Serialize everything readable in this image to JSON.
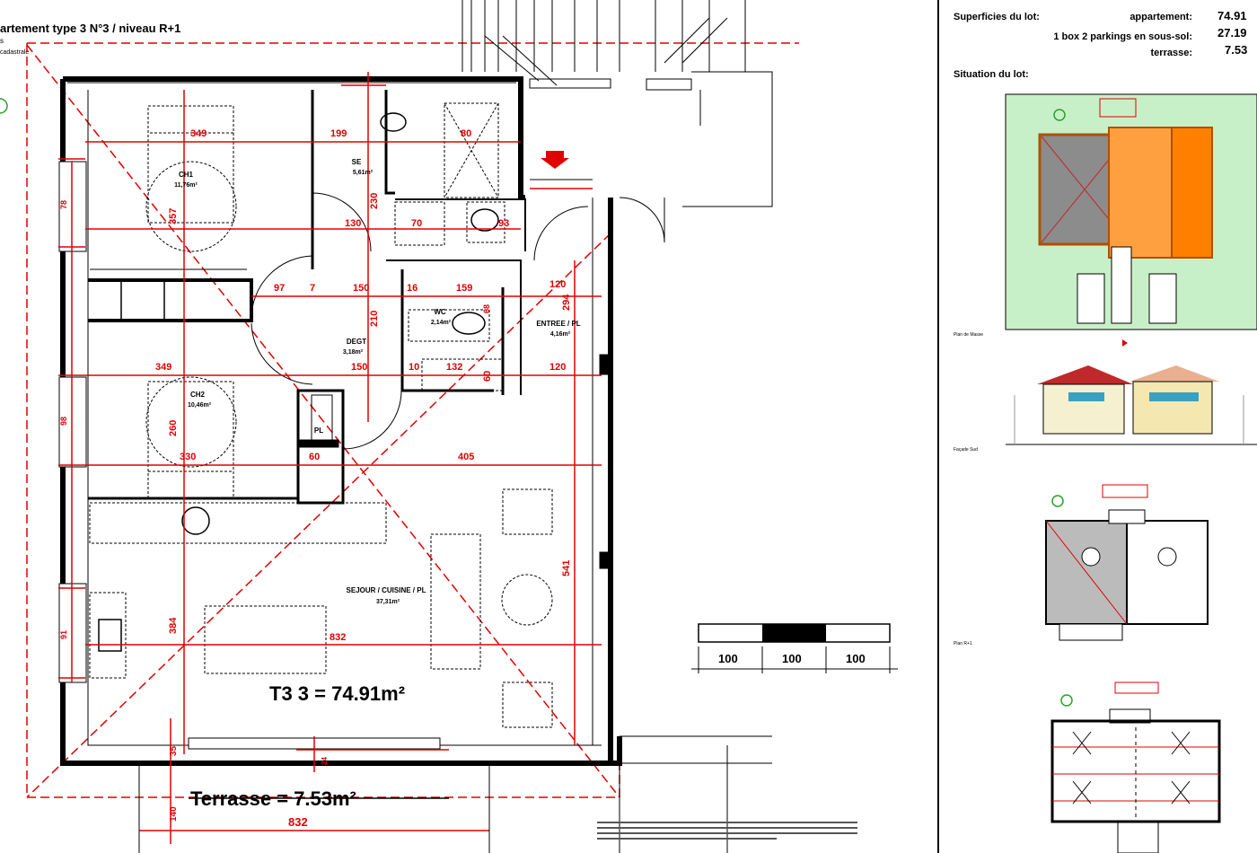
{
  "header": {
    "title": "artement type 3 N°3 / niveau R+1",
    "side_label": "s",
    "side_label2": "cadastrale"
  },
  "rooms": {
    "ch1": {
      "name": "CH1",
      "area": "11,76m²"
    },
    "se": {
      "name": "SE",
      "area": "5,61m²"
    },
    "wc": {
      "name": "WC",
      "area": "2,14m²"
    },
    "degt": {
      "name": "DEGT",
      "area": "3,18m²"
    },
    "entree": {
      "name": "ENTREE / PL",
      "area": "4,16m²"
    },
    "ch2": {
      "name": "CH2",
      "area": "10,46m²"
    },
    "pl": {
      "name": "PL"
    },
    "sejour": {
      "name": "SEJOUR / CUISINE / PL",
      "area": "37,31m²"
    }
  },
  "dims": {
    "d349a": "349",
    "d199": "199",
    "d80": "80",
    "d357": "357",
    "d230": "230",
    "d130": "130",
    "d70": "70",
    "d93": "93",
    "d120a": "120",
    "d294": "294",
    "d97": "97",
    "d7": "7",
    "d150a": "150",
    "d16": "16",
    "d159": "159",
    "d68": "68",
    "d210": "210",
    "d349b": "349",
    "d150b": "150",
    "d10": "10",
    "d132": "132",
    "d60a": "60",
    "d120b": "120",
    "d260": "260",
    "d330": "330",
    "d60b": "60",
    "d405": "405",
    "d541": "541",
    "d384": "384",
    "d832a": "832",
    "d35": "35",
    "d140": "140",
    "d832b": "832",
    "d78": "78",
    "d98": "98",
    "d91": "91",
    "d24": "24"
  },
  "totals": {
    "apartment": "T3 3 = 74.91m²",
    "terrace": "Terrasse = 7.53m²"
  },
  "scale": {
    "labels": [
      "100",
      "100",
      "100"
    ]
  },
  "info": {
    "superficies_label": "Superficies du lot:",
    "rows": [
      {
        "label": "appartement:",
        "value": "74.91"
      },
      {
        "label": "1 box 2 parkings en sous-sol:",
        "value": "27.19"
      },
      {
        "label": "terrasse:",
        "value": "7.53"
      }
    ],
    "situation_label": "Situation du lot:",
    "captions": {
      "masse": "Plan de Masse",
      "facade": "Façade Sud",
      "r1": "Plan R+1"
    }
  },
  "colors": {
    "dimension_red": "#e00000",
    "site_green": "#c8f0c8",
    "lot_orange": "#ff7f00",
    "lot_light_orange": "#ffa040",
    "roof_grey": "#8c8c8c",
    "roof_red": "#c0282a"
  }
}
